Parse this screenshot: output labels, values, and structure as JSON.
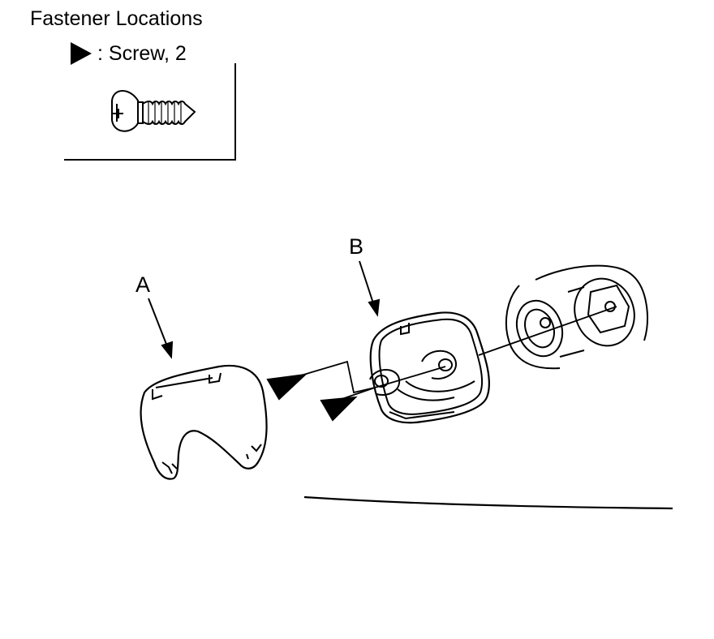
{
  "legend": {
    "title": "Fastener Locations",
    "marker_icon": "filled-triangle-icon",
    "item_label": ": Screw, 2",
    "item_icon": "screw-icon"
  },
  "callouts": {
    "a": "A",
    "b": "B"
  },
  "colors": {
    "ink": "#000000",
    "paper": "#ffffff"
  }
}
